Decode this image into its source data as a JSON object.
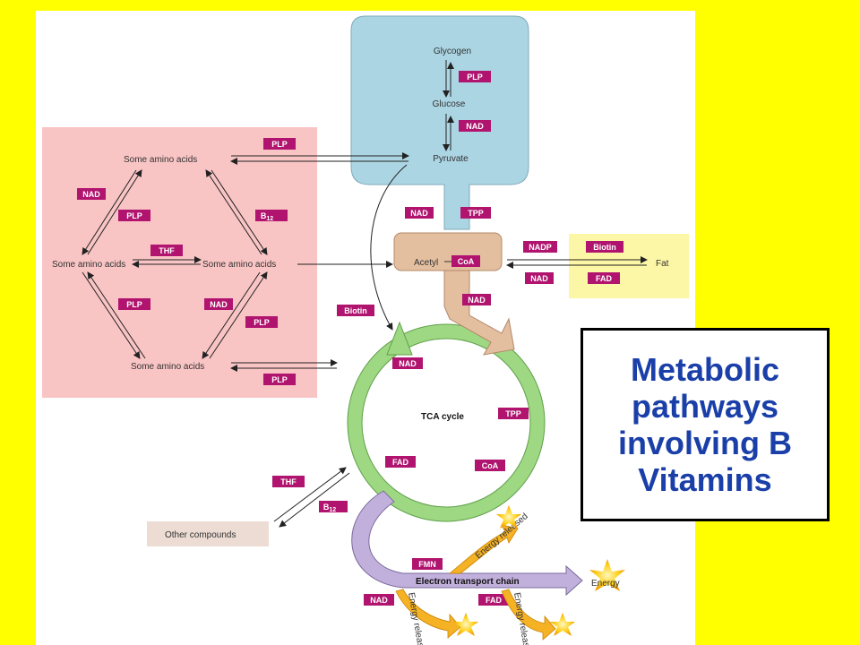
{
  "title": "Metabolic\npathways\ninvolving B\nVitamins",
  "labels": {
    "glycogen": "Glycogen",
    "glucose": "Glucose",
    "pyruvate": "Pyruvate",
    "amino1": "Some  amino  acids",
    "amino2": "Some  amino  acids",
    "amino3": "Some  amino  acids",
    "amino4": "Some  amino  acids",
    "acetyl": "Acetyl",
    "fat": "Fat",
    "tca": "TCA cycle",
    "other": "Other compounds",
    "etc": "Electron transport chain",
    "energy": "Energy",
    "energy_released": "Energy released"
  },
  "badges": {
    "plp_glycogen": "PLP",
    "nad_glucose": "NAD",
    "plp_pyruvate": "PLP",
    "nad_left": "NAD",
    "plp_left": "PLP",
    "b12_top": "B",
    "thf_mid": "THF",
    "plp_lower_left": "PLP",
    "nad_lower_mid": "NAD",
    "plp_lower_mid": "PLP",
    "plp_bottom": "PLP",
    "biotin_left": "Biotin",
    "nad_pdh": "NAD",
    "tpp_pdh": "TPP",
    "coa": "CoA",
    "nadp_fat": "NADP",
    "biotin_fat": "Biotin",
    "nad_fat": "NAD",
    "fad_fat": "FAD",
    "nad_entry": "NAD",
    "nad_tca": "NAD",
    "tpp_tca": "TPP",
    "fad_tca": "FAD",
    "coa_tca": "CoA",
    "thf_other": "THF",
    "b12_other": "B",
    "fmn": "FMN",
    "nad_etc": "NAD",
    "fad_etc": "FAD"
  },
  "subscript_12": "12",
  "colors": {
    "background": "#ffff00",
    "amino_region": "#f9c4c4",
    "carb_region": "#acd5e3",
    "fat_region": "#fcf7a6",
    "badge": "#b0146e",
    "tca_ring": "#9fd882",
    "etc_arrow": "#c2b0dc",
    "acetyl": "#e3bfa0",
    "title_text": "#1a3fa8"
  }
}
